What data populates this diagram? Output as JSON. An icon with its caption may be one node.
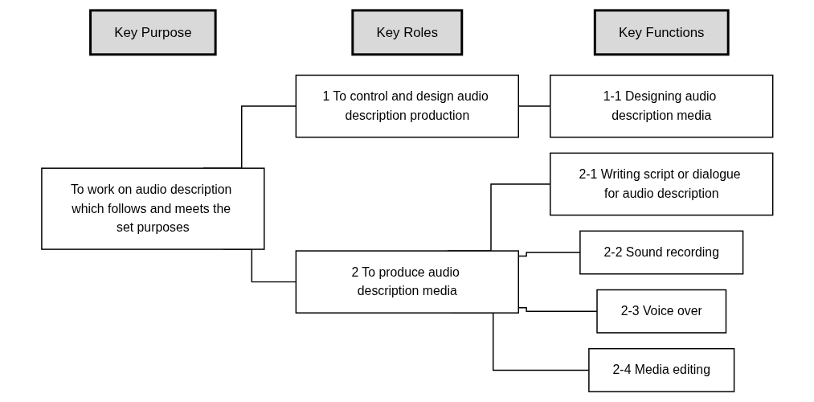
{
  "diagram": {
    "nodes": [
      {
        "text": [
          "Key Purpose"
        ]
      },
      {
        "text": [
          "Key Roles"
        ]
      },
      {
        "text": [
          "Key Functions"
        ]
      },
      {
        "text": [
          "To work on audio description which follows and meets the set purposes"
        ]
      },
      {
        "text": [
          "1 To control and design audio description production"
        ]
      },
      {
        "text": [
          "2 To produce audio description media"
        ]
      },
      {
        "text": [
          "1-1 Designing audio description media"
        ]
      },
      {
        "text": [
          "2-1 Writing script or dialogue for audio description"
        ]
      },
      {
        "text": [
          "2-2 Sound recording"
        ]
      },
      {
        "text": [
          "2-3 Voice over"
        ]
      },
      {
        "text": [
          "2-4 Media editing"
        ]
      }
    ],
    "edges": [
      {
        "from": 3,
        "to": 4,
        "arrow": "none"
      },
      {
        "from": 3,
        "to": 5,
        "arrow": "none"
      },
      {
        "from": 4,
        "to": 6,
        "arrow": "none"
      },
      {
        "from": 5,
        "to": 7,
        "arrow": "none"
      },
      {
        "from": 5,
        "to": 8,
        "arrow": "none"
      },
      {
        "from": 5,
        "to": 9,
        "arrow": "none"
      },
      {
        "from": 5,
        "to": 10,
        "arrow": "none"
      }
    ]
  }
}
